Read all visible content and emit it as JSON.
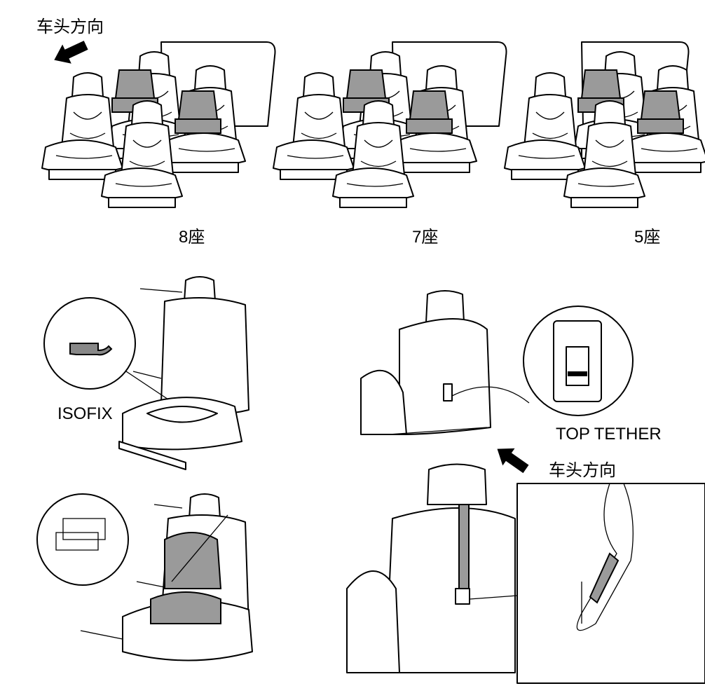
{
  "labels": {
    "direction_top": "车头方向",
    "direction_mid": "车头方向",
    "config_8": "8座",
    "config_7": "7座",
    "config_5": "5座",
    "isofix": "ISOFIX",
    "top_tether": "TOP TETHER"
  },
  "colors": {
    "line": "#000000",
    "child_seat_fill": "#9a9a9a",
    "background": "#ffffff"
  }
}
